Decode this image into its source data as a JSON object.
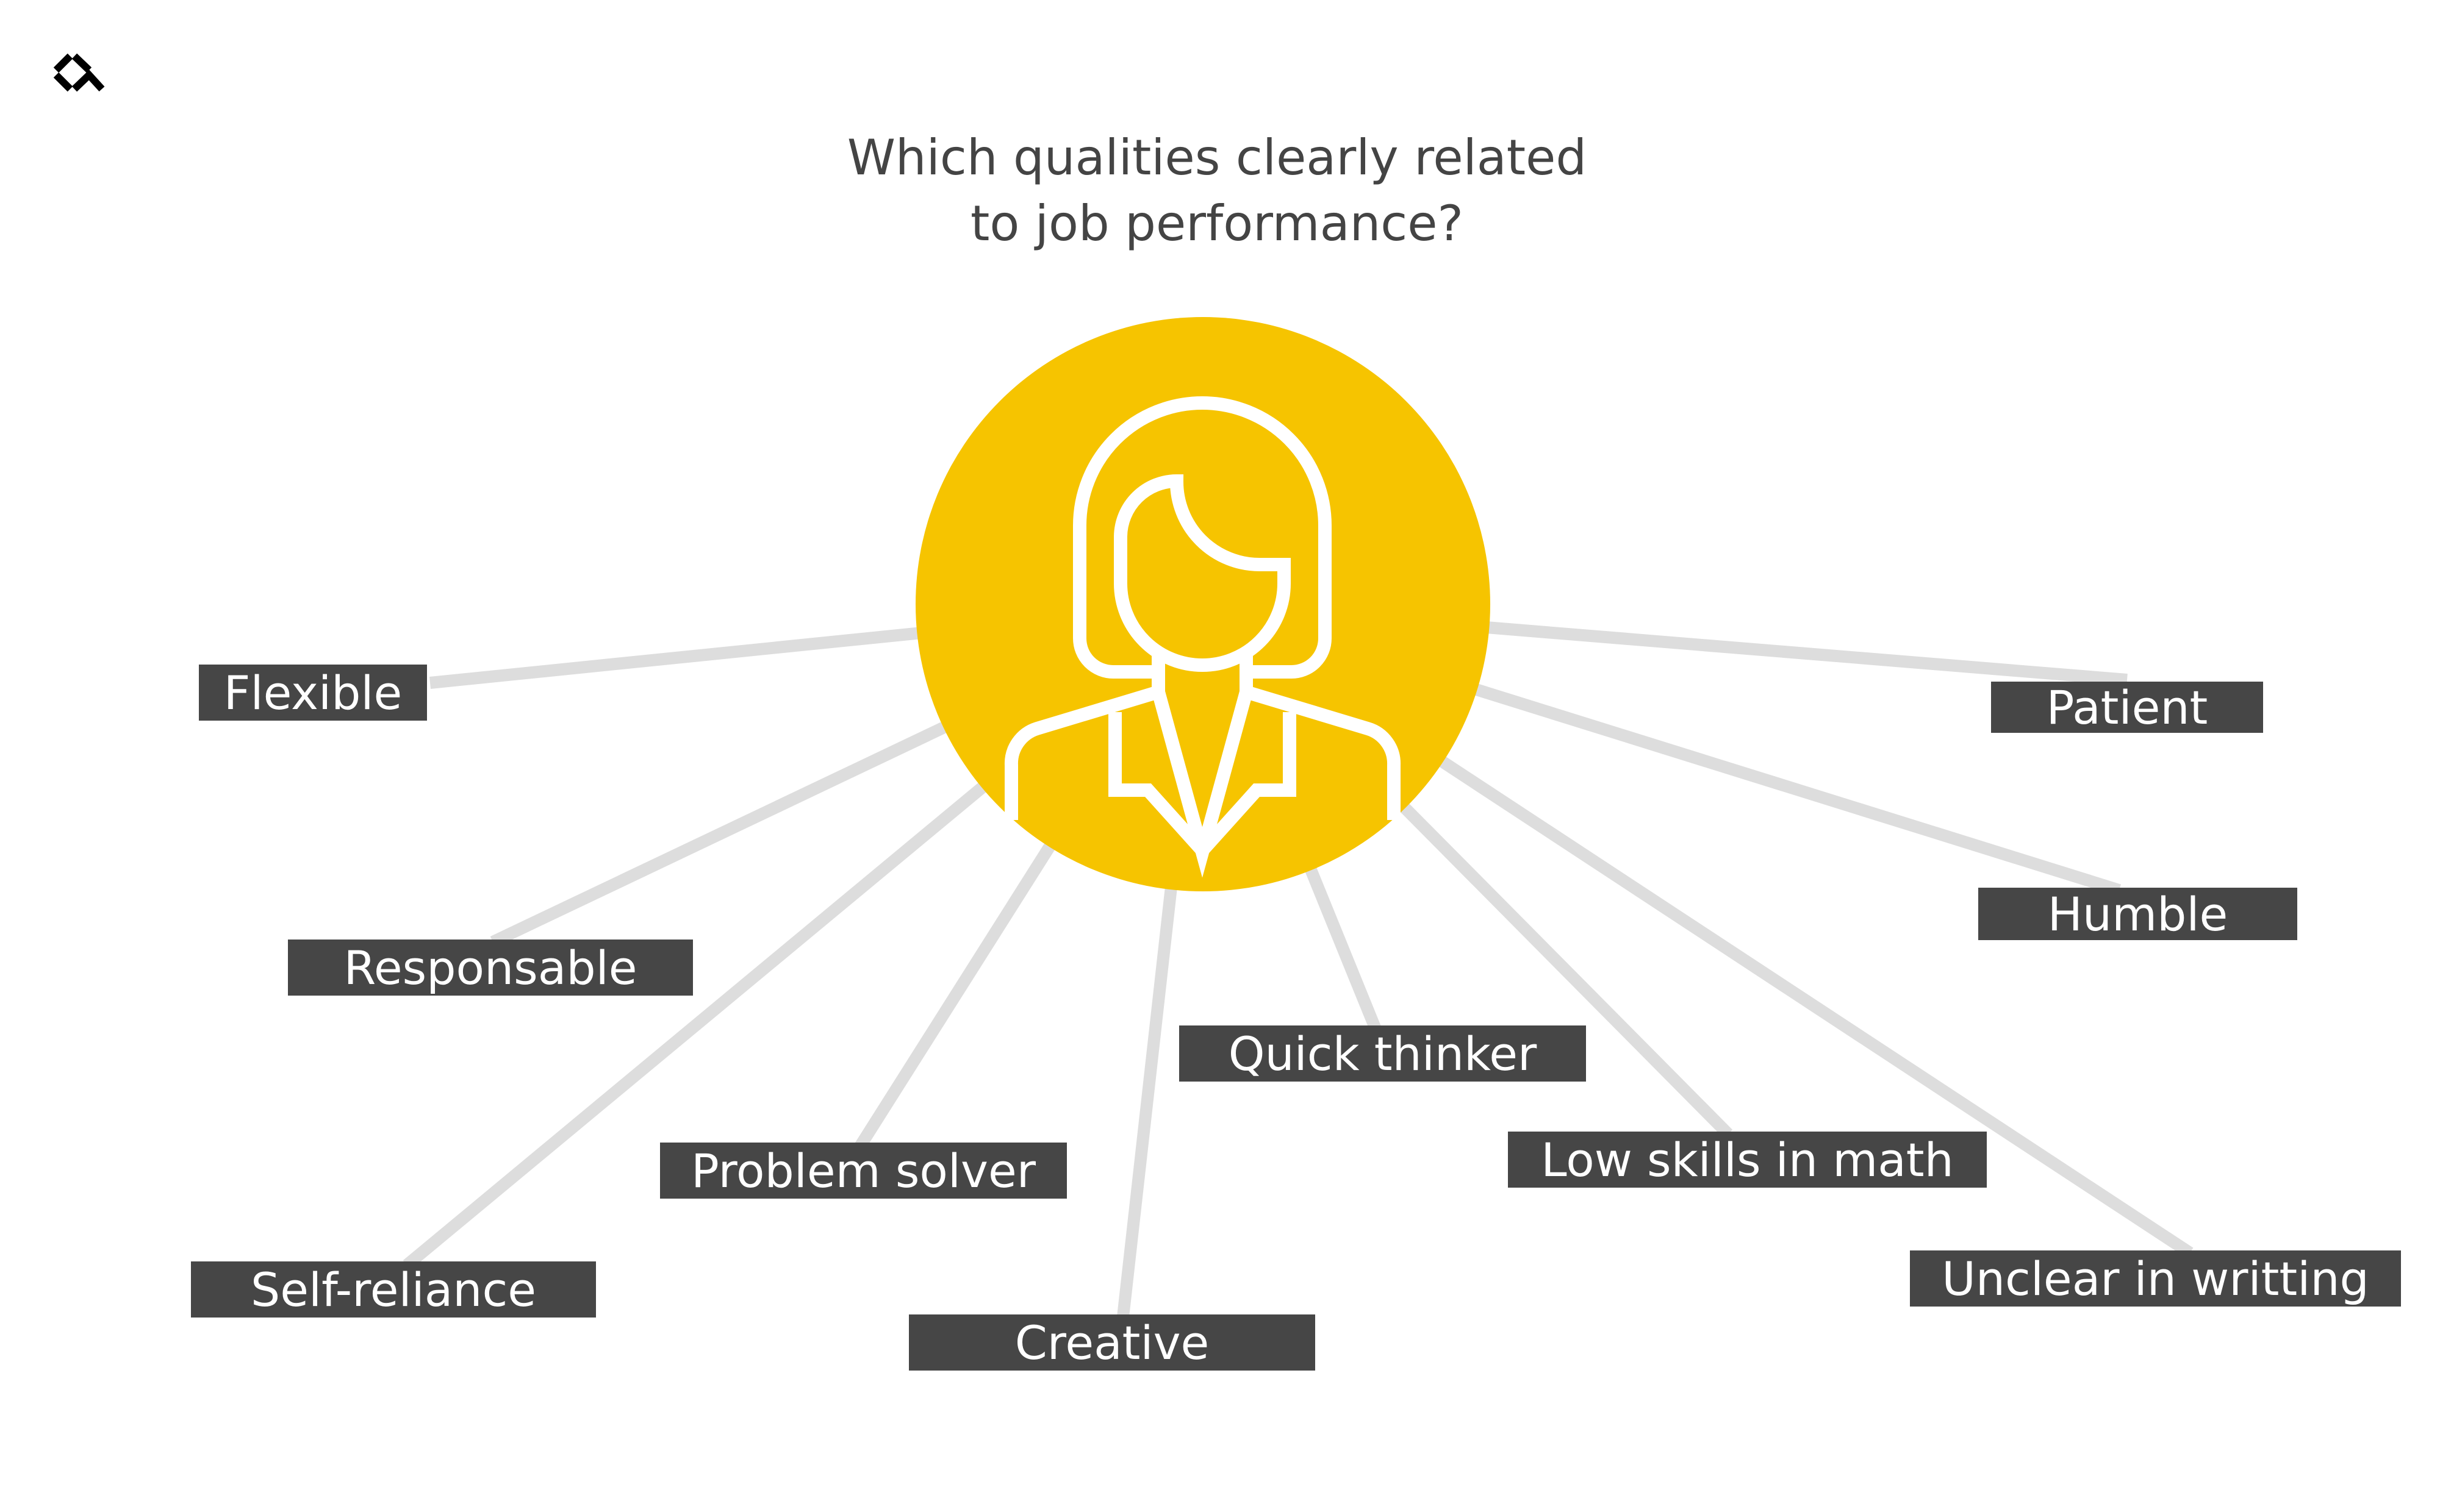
{
  "title": {
    "line1": "Which qualities clearly related",
    "line2": "to job performance?"
  },
  "center_icon": "businesswoman-icon",
  "logo": "brand-logo-icon",
  "colors": {
    "circle": "#F6C400",
    "label_bg": "#464646",
    "connector": "#DDDDDD",
    "text": "#444444"
  },
  "qualities": [
    {
      "label": "Flexible"
    },
    {
      "label": "Patient"
    },
    {
      "label": "Responsable"
    },
    {
      "label": "Humble"
    },
    {
      "label": "Quick thinker"
    },
    {
      "label": "Problem solver"
    },
    {
      "label": "Low skills in math"
    },
    {
      "label": "Self-reliance"
    },
    {
      "label": "Creative"
    },
    {
      "label": "Unclear in writting"
    }
  ]
}
